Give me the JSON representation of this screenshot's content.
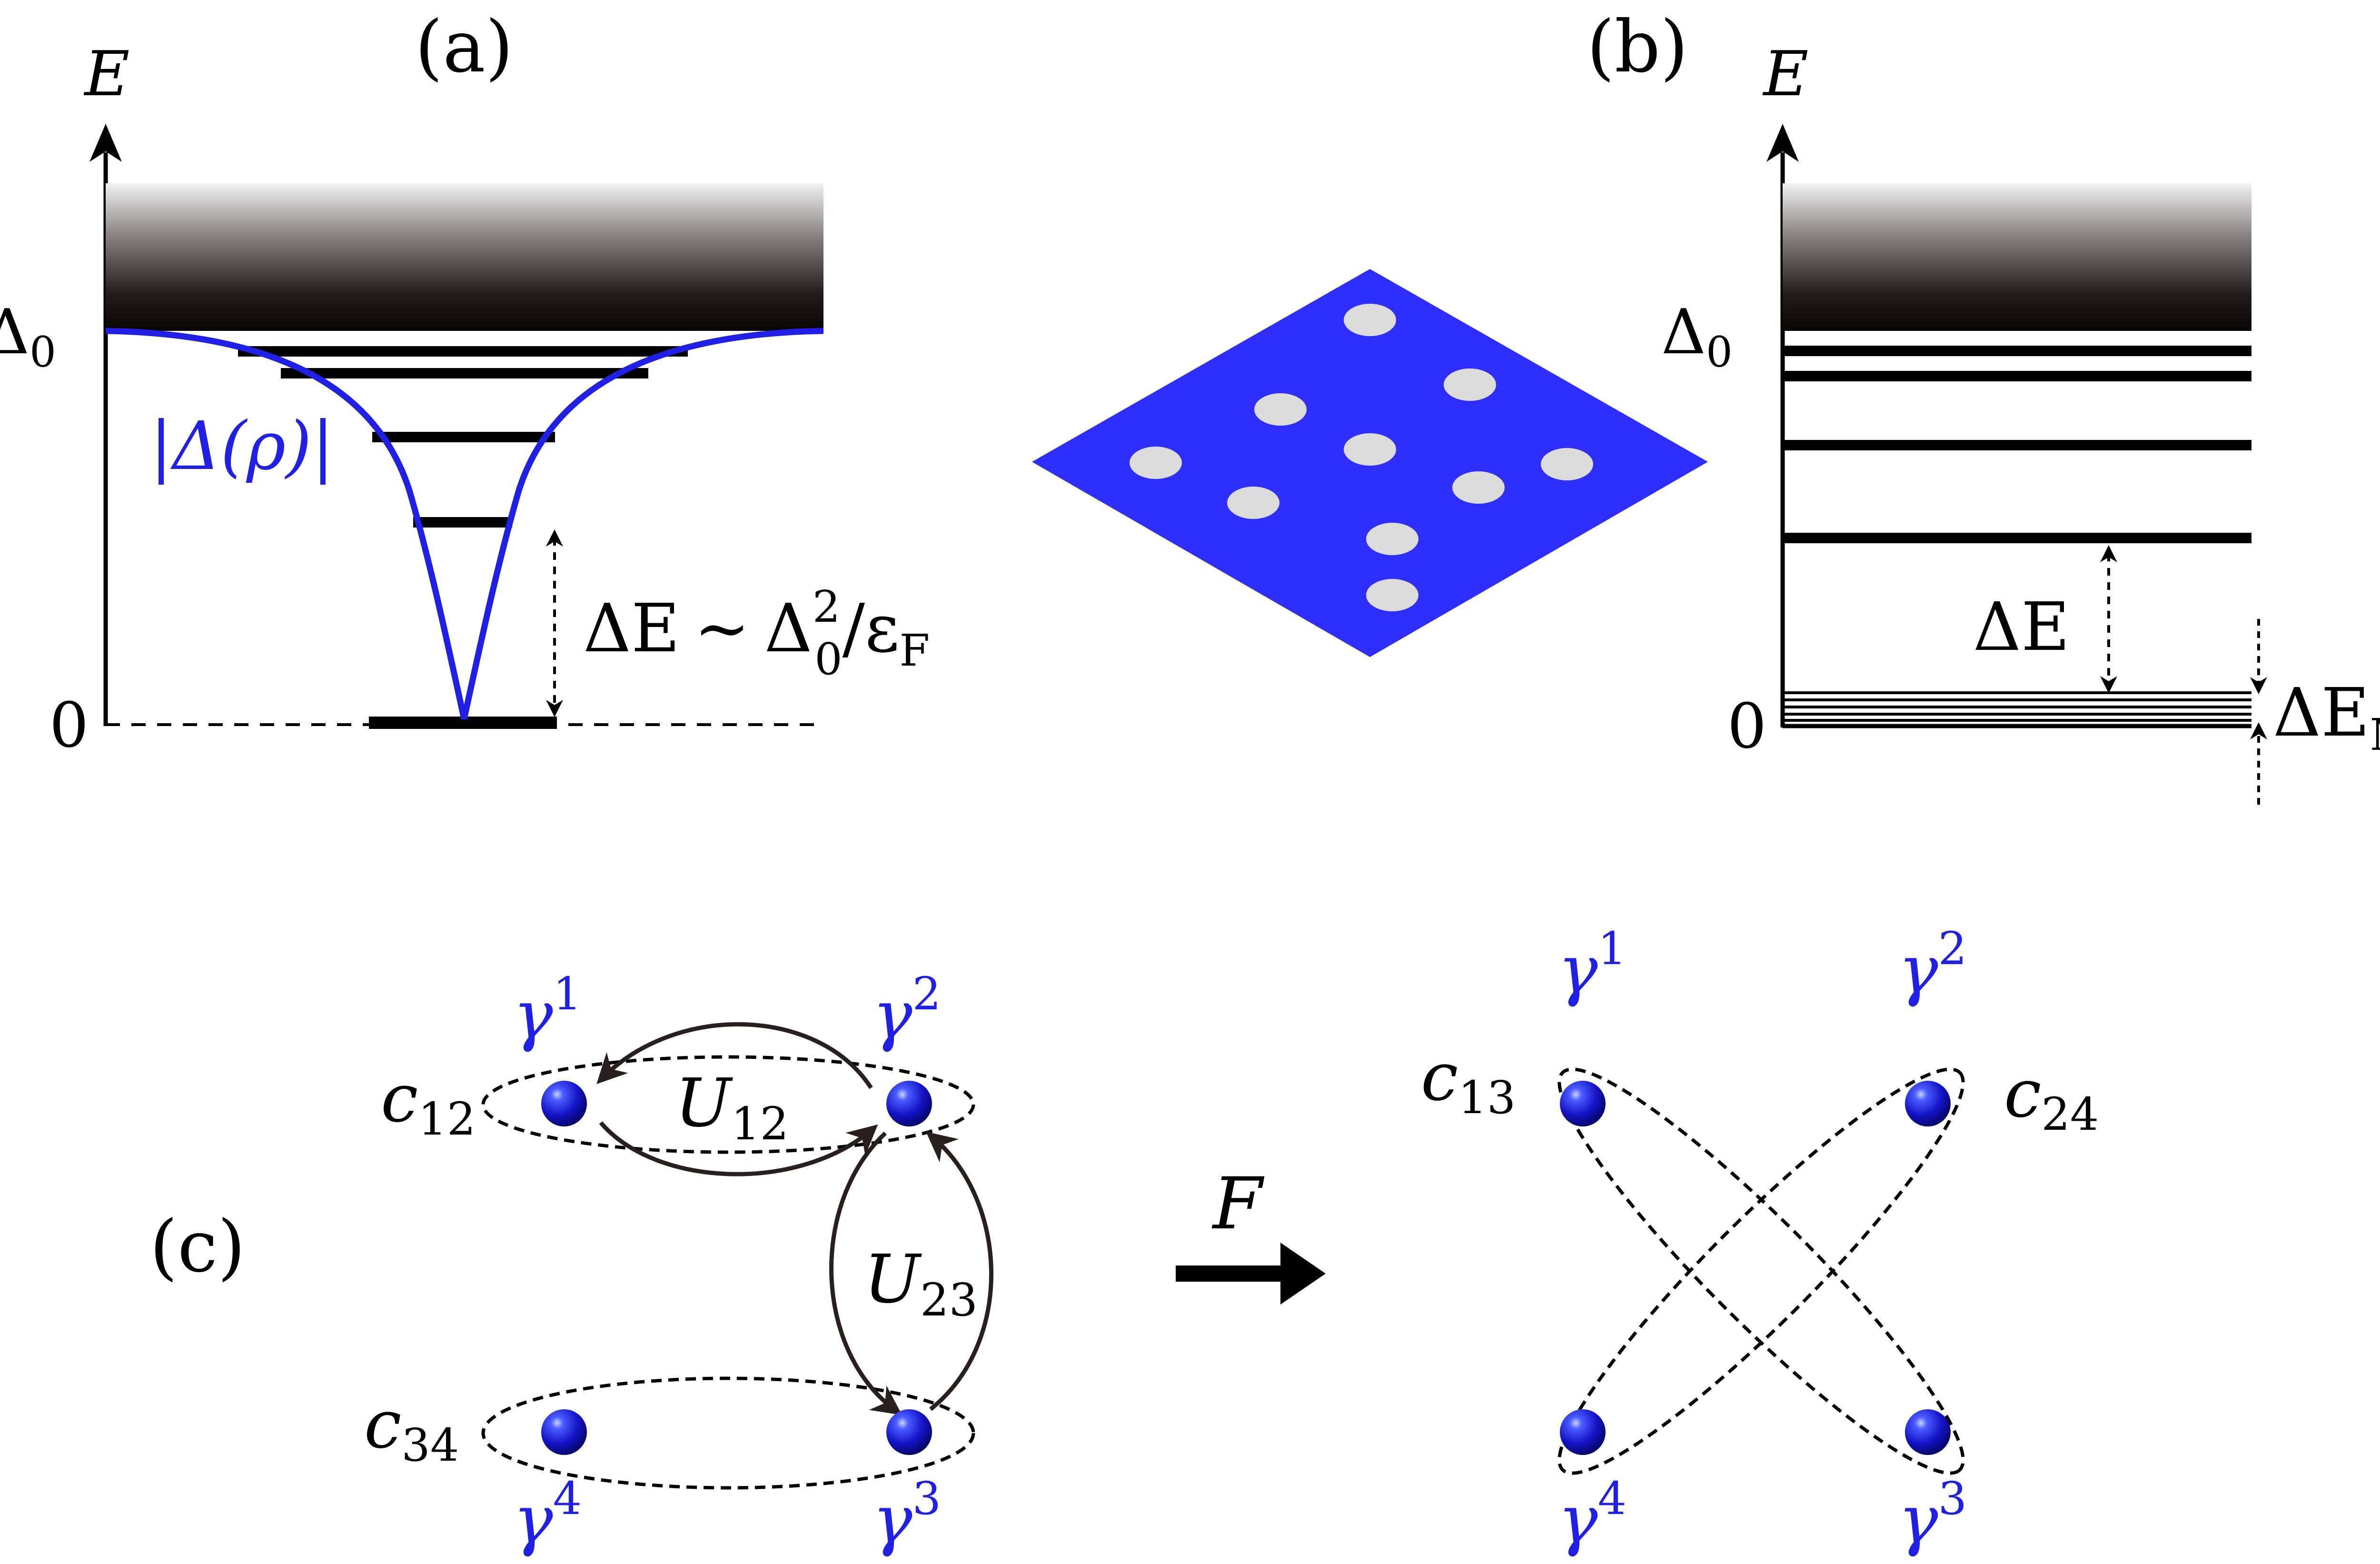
{
  "colors": {
    "accent_blue": "#1f1fe6",
    "plate_blue": "#2e2eff",
    "vortex_grey": "#dcdcdc",
    "ink": "#000000",
    "arrow_ink": "#2a1f1f"
  },
  "panel_a": {
    "label": "(a)",
    "axis_label": "E",
    "gap_label": "Δ",
    "gap_sub": "0",
    "zero_label": "0",
    "curve_label": "|Δ(ρ)|",
    "spacing_label": "ΔE",
    "spacing_rel": "∼",
    "spacing_num": "Δ",
    "spacing_num_sup": "2",
    "spacing_num_sub": "0",
    "spacing_den": "/ε",
    "spacing_den_sub": "F"
  },
  "panel_b": {
    "label": "(b)",
    "axis_label": "E",
    "gap_label": "Δ",
    "gap_sub": "0",
    "zero_label": "0",
    "spacing_label": "ΔE",
    "majorana_label": "ΔE",
    "majorana_sub": "M"
  },
  "panel_c": {
    "label": "(c)",
    "op_label": "F",
    "gammas": [
      {
        "base": "γ",
        "sup": "1"
      },
      {
        "base": "γ",
        "sup": "2"
      },
      {
        "base": "γ",
        "sup": "3"
      },
      {
        "base": "γ",
        "sup": "4"
      }
    ],
    "left_pairs": [
      {
        "base": "c",
        "sub": "12"
      },
      {
        "base": "c",
        "sub": "34"
      }
    ],
    "right_pairs": [
      {
        "base": "c",
        "sub": "13"
      },
      {
        "base": "c",
        "sub": "24"
      }
    ],
    "exchange_ops": [
      {
        "base": "U",
        "sub": "12"
      },
      {
        "base": "U",
        "sub": "23"
      }
    ]
  }
}
